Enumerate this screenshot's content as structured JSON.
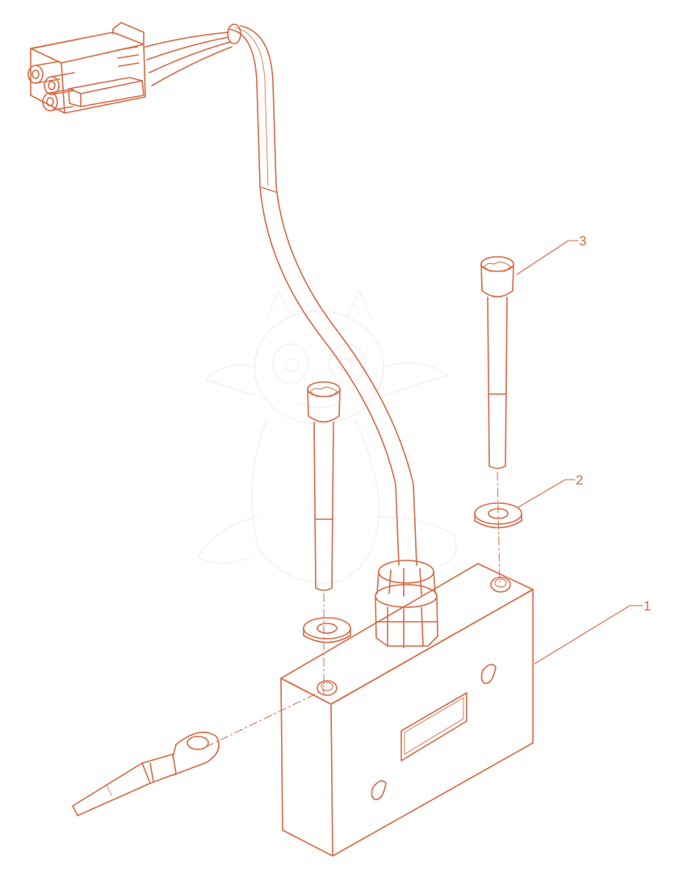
{
  "colors": {
    "line": "#d66a45",
    "background": "#ffffff",
    "watermark": "#e6e0dc"
  },
  "callouts": [
    {
      "label": "1",
      "part": "housing"
    },
    {
      "label": "2",
      "part": "washer"
    },
    {
      "label": "3",
      "part": "socket-head-cap-screw"
    }
  ]
}
